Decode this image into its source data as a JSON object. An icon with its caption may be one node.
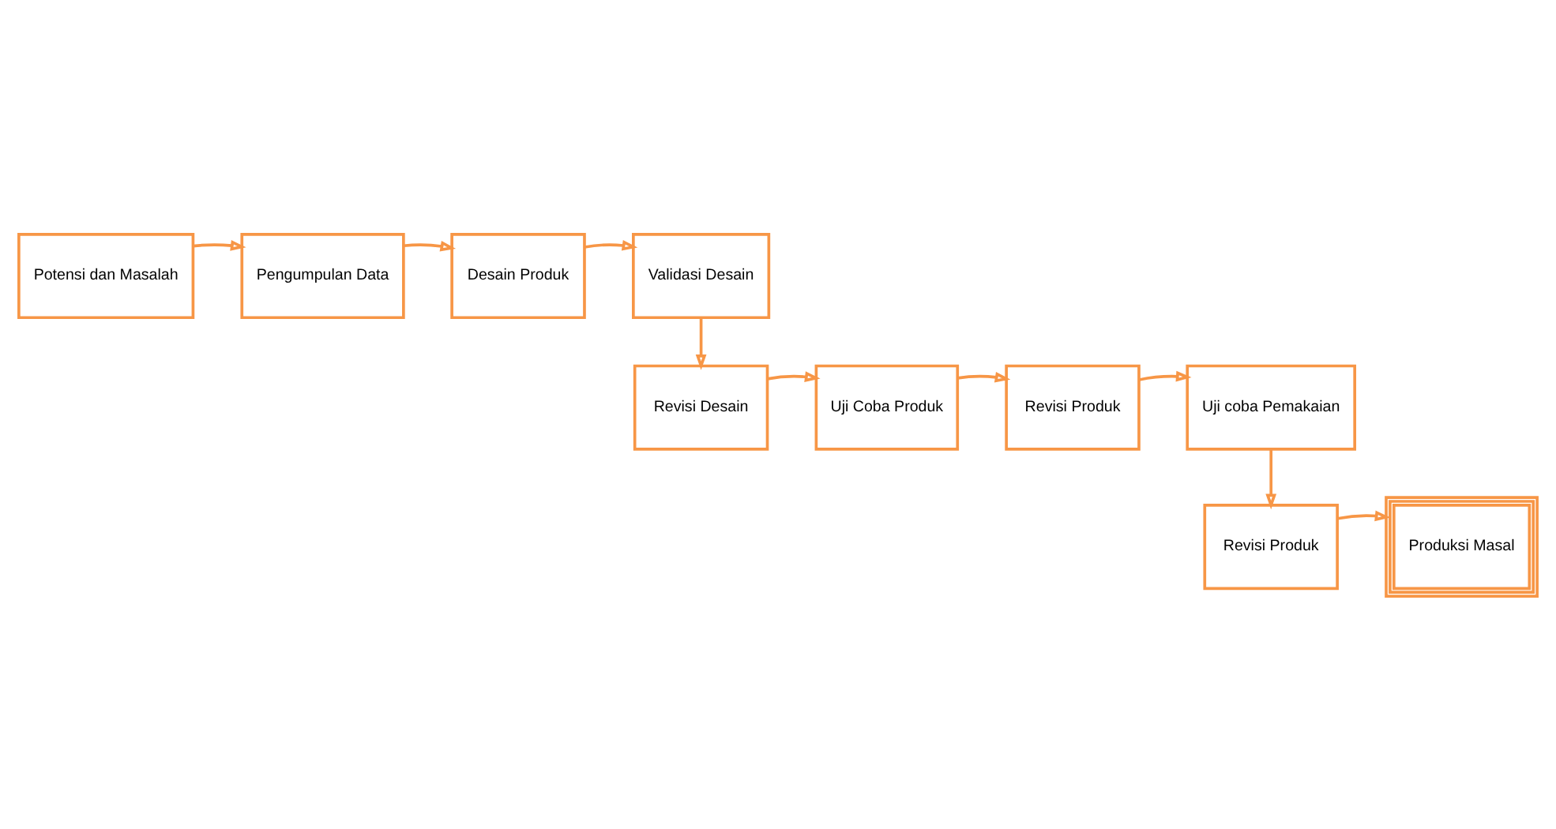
{
  "diagram": {
    "nodes": [
      {
        "text": [
          "Potensi dan Masalah"
        ]
      },
      {
        "text": [
          "Pengumpulan Data"
        ]
      },
      {
        "text": [
          "Desain Produk"
        ]
      },
      {
        "text": [
          "Validasi Desain"
        ]
      },
      {
        "text": [
          "Revisi Desain"
        ]
      },
      {
        "text": [
          "Uji Coba Produk"
        ]
      },
      {
        "text": [
          "Revisi Produk"
        ]
      },
      {
        "text": [
          "Uji coba Pemakaian"
        ]
      },
      {
        "text": [
          "Revisi Produk"
        ]
      },
      {
        "text": [
          "Produksi Masal"
        ]
      }
    ],
    "edges": [
      {
        "from": 0,
        "to": 1,
        "arrow": "to"
      },
      {
        "from": 1,
        "to": 2,
        "arrow": "to"
      },
      {
        "from": 2,
        "to": 3,
        "arrow": "to"
      },
      {
        "from": 3,
        "to": 4,
        "arrow": "to"
      },
      {
        "from": 4,
        "to": 5,
        "arrow": "to"
      },
      {
        "from": 5,
        "to": 6,
        "arrow": "to"
      },
      {
        "from": 6,
        "to": 7,
        "arrow": "to"
      },
      {
        "from": 7,
        "to": 8,
        "arrow": "to"
      },
      {
        "from": 8,
        "to": 9,
        "arrow": "to"
      }
    ]
  }
}
